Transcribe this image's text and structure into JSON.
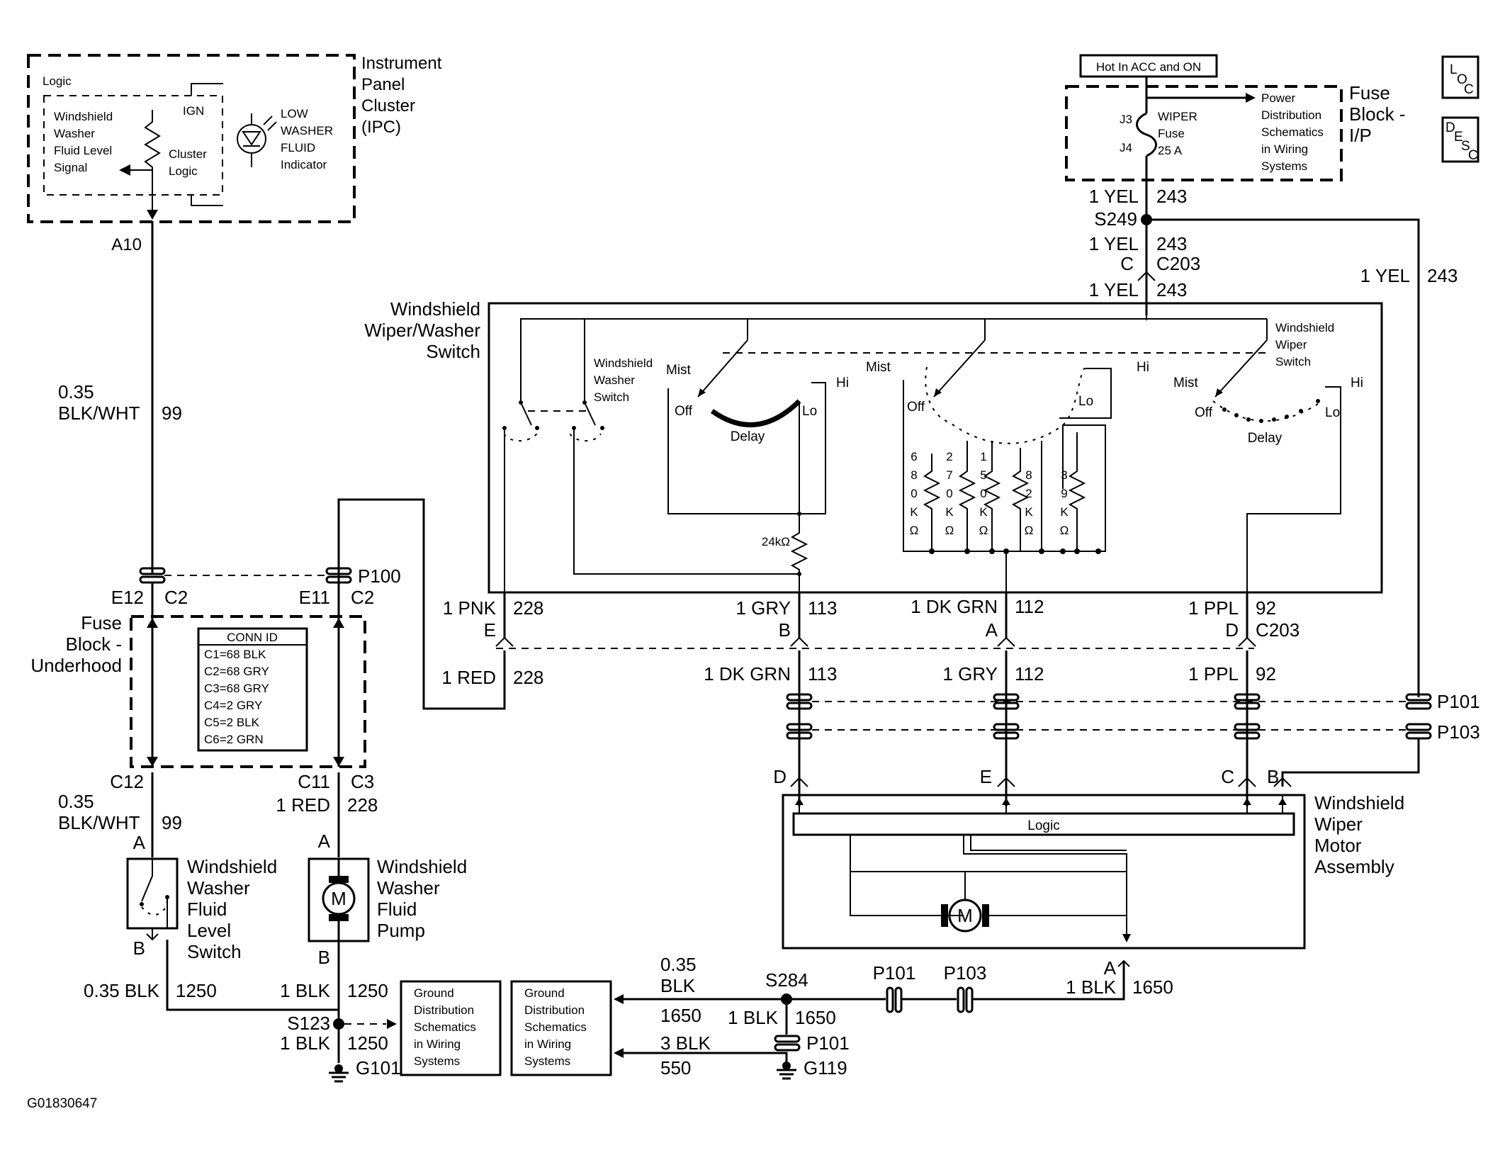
{
  "ipc": {
    "title_lines": [
      "Instrument",
      "Panel",
      "Cluster",
      "(IPC)"
    ],
    "logic": "Logic",
    "signal_lines": [
      "Windshield",
      "Washer",
      "Fluid Level",
      "Signal"
    ],
    "ign": "IGN",
    "cluster_logic_lines": [
      "Cluster",
      "Logic"
    ],
    "indicator_lines": [
      "LOW",
      "WASHER",
      "FLUID",
      "Indicator"
    ],
    "pin": "A10"
  },
  "fuse_ip": {
    "hot_label": "Hot In ACC and ON",
    "title_lines": [
      "Fuse",
      "Block -",
      "I/P"
    ],
    "pin_in": "J3",
    "pin_out": "J4",
    "fuse_lines": [
      "WIPER",
      "Fuse",
      "25 A"
    ],
    "ref_lines": [
      "Power",
      "Distribution",
      "Schematics",
      "in Wiring",
      "Systems"
    ],
    "loc_icon": [
      "L",
      "O",
      "C"
    ],
    "desc_icon": [
      "D",
      "E",
      "S",
      "C"
    ]
  },
  "feed_243": {
    "wire1_color": "1 YEL",
    "wire1_circuit": "243",
    "splice": "S249",
    "wire2_color": "1 YEL",
    "wire2_circuit": "243",
    "conn_pin": "C",
    "conn": "C203",
    "wire3_color": "1 YEL",
    "wire3_circuit": "243",
    "right_color": "1 YEL",
    "right_circuit": "243"
  },
  "switch": {
    "title_lines": [
      "Windshield",
      "Wiper/Washer",
      "Switch"
    ],
    "washer_switch_lines": [
      "Windshield",
      "Washer",
      "Switch"
    ],
    "wiper_switch_lines": [
      "Windshield",
      "Wiper",
      "Switch"
    ],
    "pos_mist": "Mist",
    "pos_off": "Off",
    "pos_lo": "Lo",
    "pos_hi": "Hi",
    "pos_delay": "Delay",
    "resistor_24k": "24kΩ",
    "resistors": [
      [
        "6",
        "8",
        "0",
        "K",
        "Ω"
      ],
      [
        "2",
        "7",
        "0",
        "K",
        "Ω"
      ],
      [
        "1",
        "5",
        "0",
        "K",
        "Ω"
      ],
      [
        "8",
        "2",
        "K",
        "Ω"
      ],
      [
        "3",
        "9",
        "K",
        "Ω"
      ]
    ]
  },
  "c203_wires": {
    "top": [
      {
        "color": "1 PNK",
        "circuit": "228",
        "pin": "E"
      },
      {
        "color": "1 GRY",
        "circuit": "113",
        "pin": "B"
      },
      {
        "color": "1 DK GRN",
        "circuit": "112",
        "pin": "A"
      },
      {
        "color": "1 PPL",
        "circuit": "92",
        "pin": "D"
      }
    ],
    "conn": "C203",
    "bottom": [
      {
        "color": "1 RED",
        "circuit": "228"
      },
      {
        "color": "1 DK GRN",
        "circuit": "113"
      },
      {
        "color": "1 GRY",
        "circuit": "112"
      },
      {
        "color": "1 PPL",
        "circuit": "92"
      }
    ]
  },
  "fuse_uh": {
    "title_lines": [
      "Fuse",
      "Block -",
      "Underhood"
    ],
    "p100": "P100",
    "e12": "E12",
    "c2a": "C2",
    "e11": "E11",
    "c2b": "C2",
    "c12": "C12",
    "c11": "C11",
    "c3": "C3",
    "conn_id_title": "CONN ID",
    "conn_id": [
      "C1=68 BLK",
      "C2=68 GRY",
      "C3=68 GRY",
      "C4=2 GRY",
      "C5=2 BLK",
      "C6=2 GRN"
    ]
  },
  "ipc_wire": {
    "gauge": "0.35",
    "color": "BLK/WHT",
    "circuit": "99"
  },
  "level_switch": {
    "wire_gauge": "0.35",
    "wire_color": "BLK/WHT",
    "wire_circuit": "99",
    "pin_a": "A",
    "pin_b": "B",
    "title_lines": [
      "Windshield",
      "Washer",
      "Fluid",
      "Level",
      "Switch"
    ],
    "gnd_color": "0.35 BLK",
    "gnd_circuit": "1250"
  },
  "pump": {
    "wire_color": "1 RED",
    "wire_circuit": "228",
    "pin_a": "A",
    "pin_b": "B",
    "title_lines": [
      "Windshield",
      "Washer",
      "Fluid",
      "Pump"
    ],
    "motor": "M",
    "gnd_color": "1 BLK",
    "gnd_circuit": "1250"
  },
  "ground_left": {
    "splice": "S123",
    "color": "1 BLK",
    "circuit": "1250",
    "ground": "G101",
    "ref_lines": [
      "Ground",
      "Distribution",
      "Schematics",
      "in Wiring",
      "Systems"
    ]
  },
  "ground_right": {
    "ref_lines": [
      "Ground",
      "Distribution",
      "Schematics",
      "in Wiring",
      "Systems"
    ],
    "w1_gauge": "0.35",
    "w1_color": "BLK",
    "w1_circuit": "1650",
    "splice": "S284",
    "w2_color": "1 BLK",
    "w2_circuit": "1650",
    "conn_p101": "P101",
    "w3_color": "3 BLK",
    "w3_circuit": "550",
    "ground": "G119",
    "inline_p101": "P101",
    "inline_p103": "P103",
    "motor_pin": "A",
    "w4_color": "1 BLK",
    "w4_circuit": "1650"
  },
  "motor": {
    "p101": "P101",
    "p103": "P103",
    "pins": [
      "D",
      "E",
      "C",
      "B"
    ],
    "title_lines": [
      "Windshield",
      "Wiper",
      "Motor",
      "Assembly"
    ],
    "logic": "Logic",
    "motor": "M"
  },
  "figure_id": "G01830647"
}
